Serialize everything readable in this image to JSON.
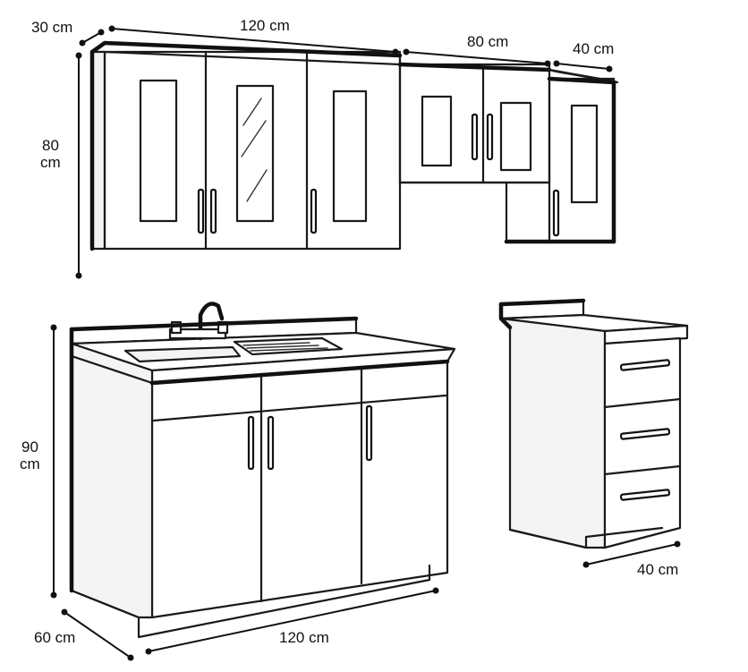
{
  "labels": {
    "upper_depth": "30 cm",
    "upper_width_left": "120 cm",
    "upper_width_mid": "80 cm",
    "upper_width_right": "40 cm",
    "upper_height_num": "80",
    "upper_height_unit": "cm",
    "base_height_num": "90",
    "base_height_unit": "cm",
    "base_depth": "60 cm",
    "base_width": "120 cm",
    "drawer_width": "40 cm"
  },
  "colors": {
    "ink": "#111111",
    "background": "#ffffff"
  }
}
